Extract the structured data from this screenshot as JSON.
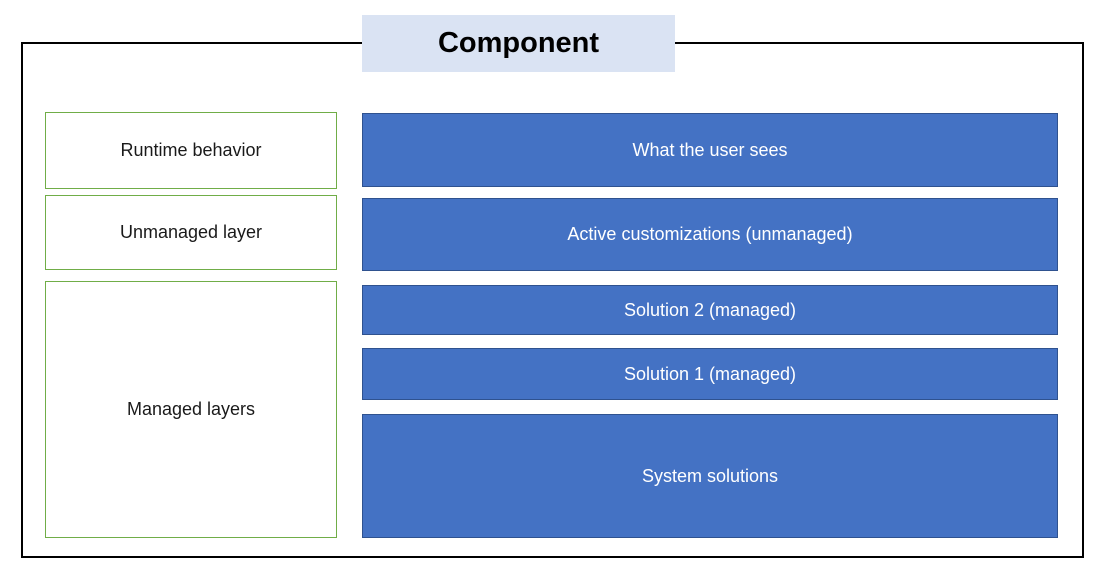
{
  "diagram": {
    "title": "Component",
    "left_labels": [
      {
        "id": "runtime-behavior",
        "label": "Runtime behavior"
      },
      {
        "id": "unmanaged-layer",
        "label": "Unmanaged layer"
      },
      {
        "id": "managed-layers",
        "label": "Managed layers"
      }
    ],
    "layers": [
      {
        "id": "what-the-user-sees",
        "label": "What the user sees"
      },
      {
        "id": "active-customizations",
        "label": "Active customizations (unmanaged)"
      },
      {
        "id": "solution-2",
        "label": "Solution 2 (managed)"
      },
      {
        "id": "solution-1",
        "label": "Solution 1 (managed)"
      },
      {
        "id": "system-solutions",
        "label": "System solutions"
      }
    ],
    "colors": {
      "blue_fill": "#4472c4",
      "blue_border": "#2f528f",
      "green_border": "#70ad47",
      "title_fill": "#dae3f3",
      "outer_border": "#000000"
    }
  }
}
